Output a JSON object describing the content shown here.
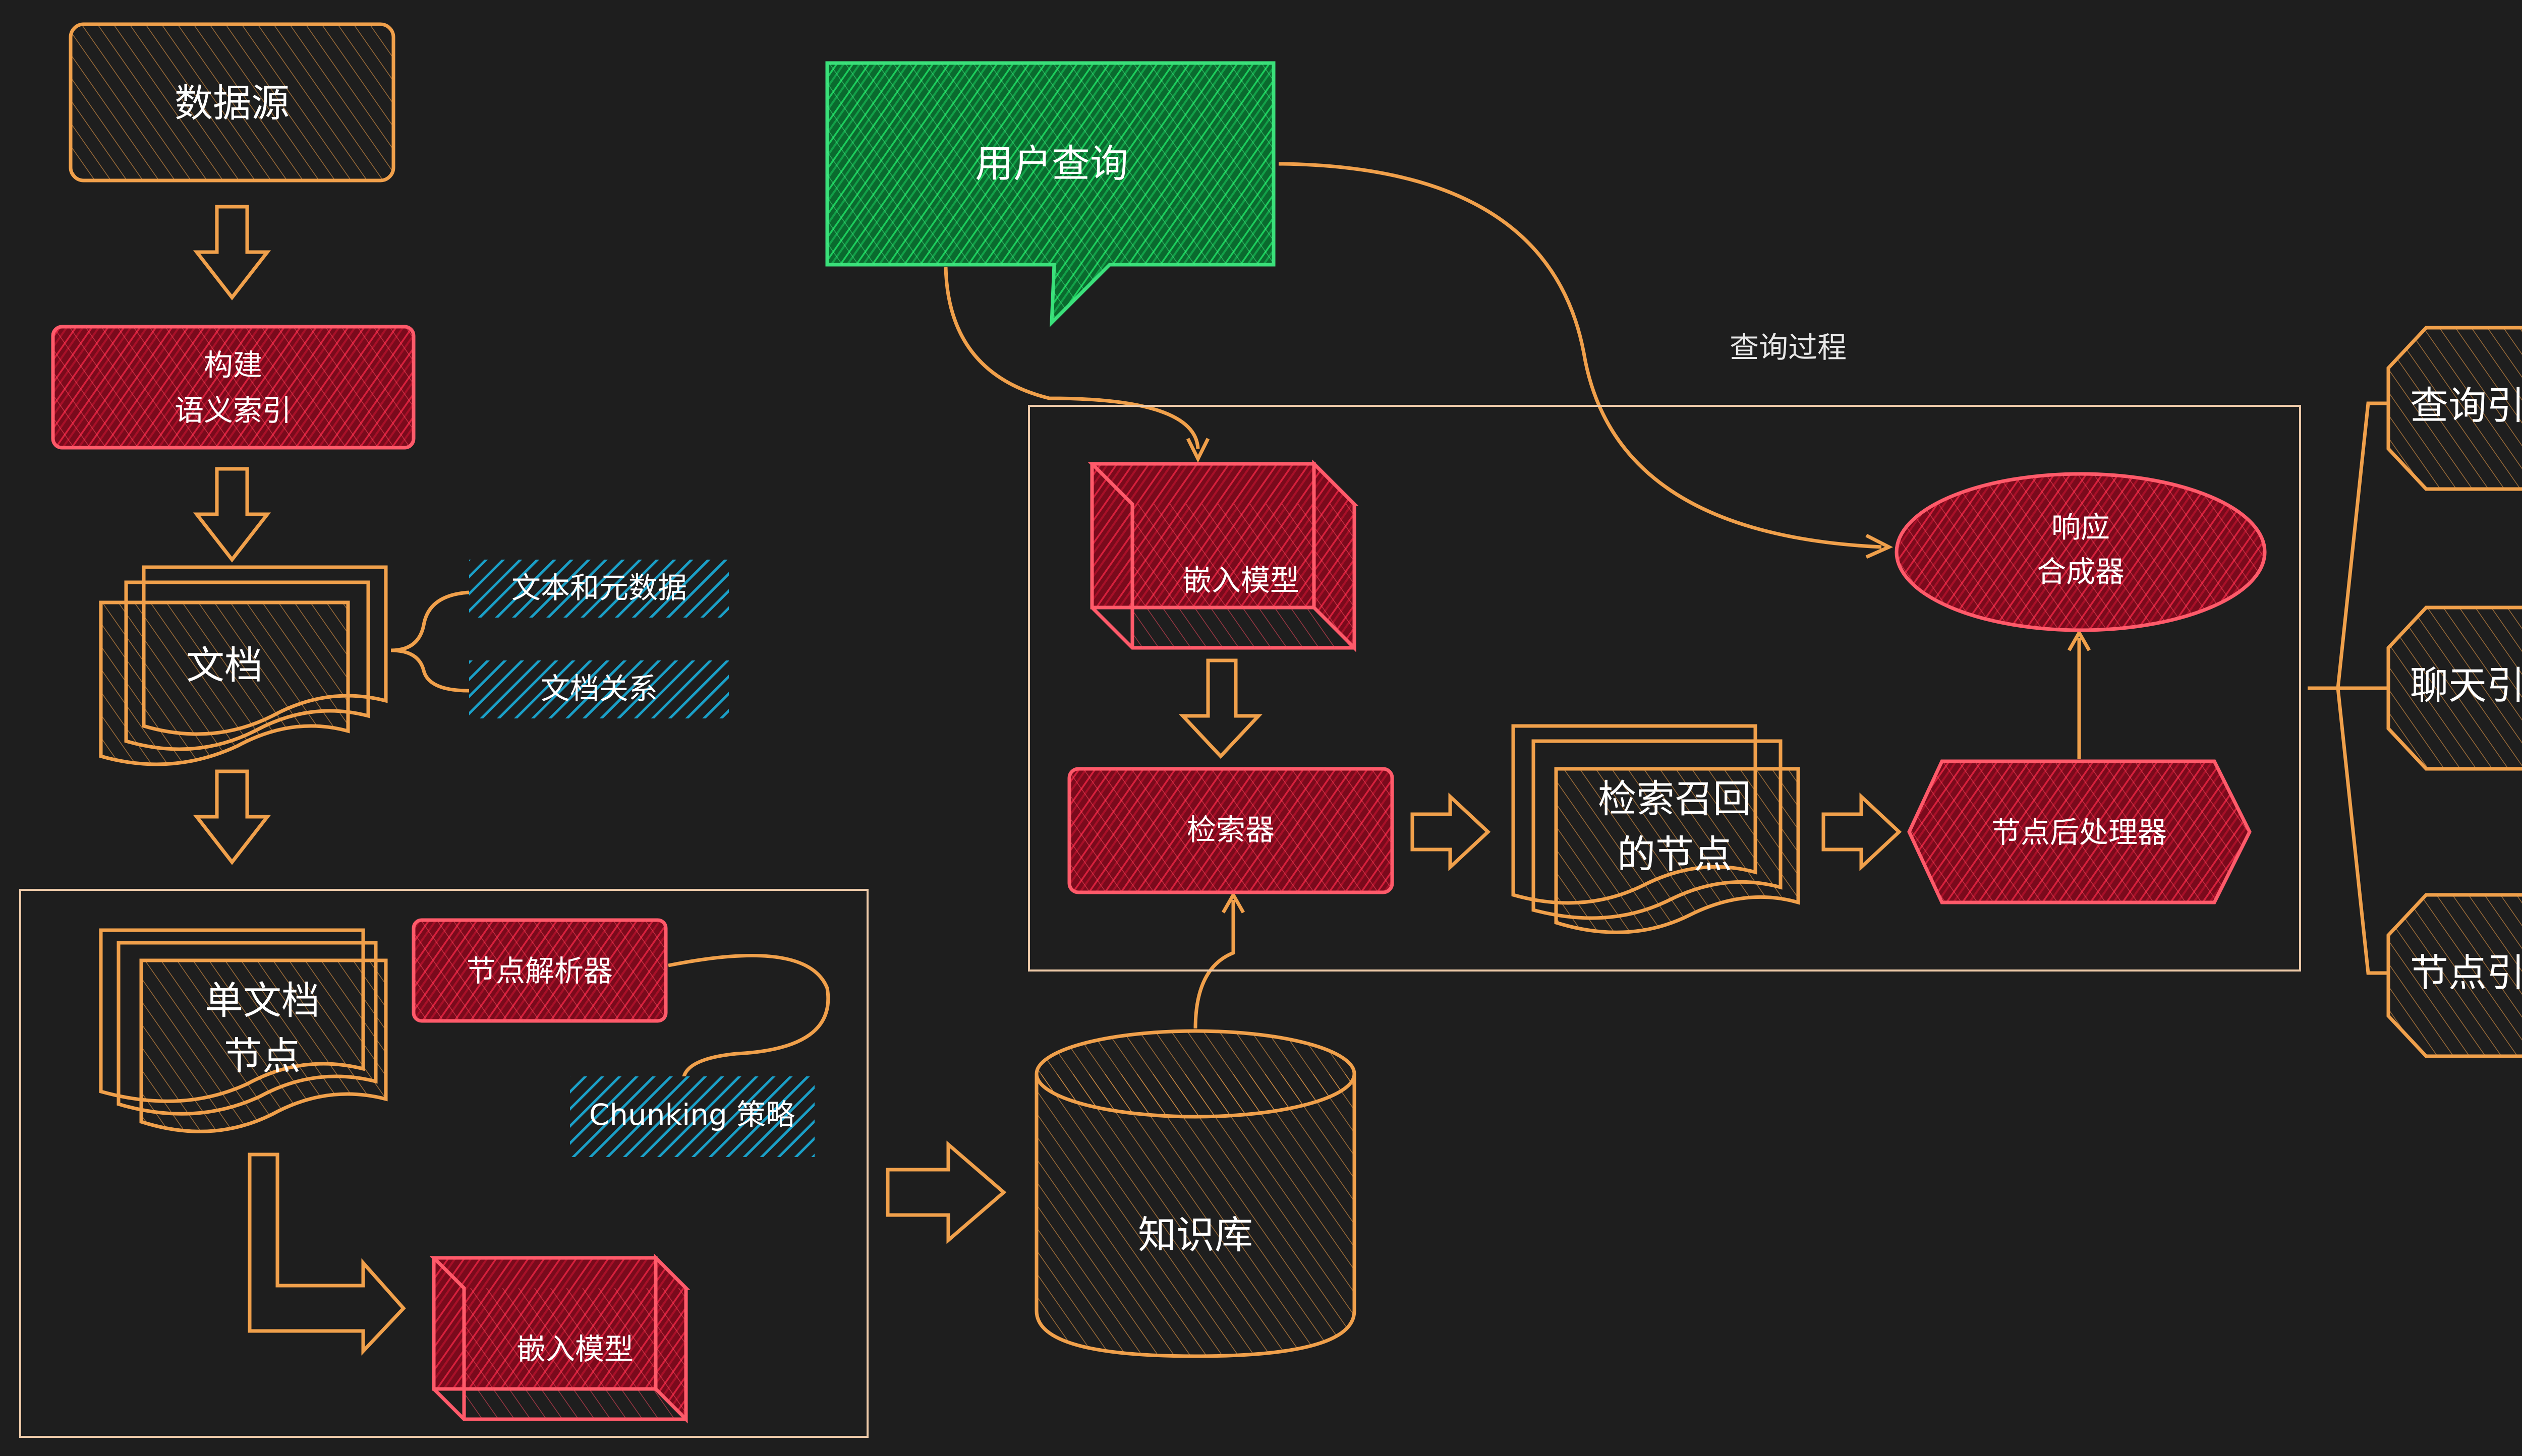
{
  "nodes": {
    "data_source": "数据源",
    "build_index": [
      "构建",
      "语义索引"
    ],
    "documents": "文档",
    "text_metadata": "文本和元数据",
    "doc_relations": "文档关系",
    "single_doc_node": [
      "单文档",
      "节点"
    ],
    "node_parser": "节点解析器",
    "chunking": "Chunking 策略",
    "embed_model_left": "嵌入模型",
    "knowledge_base": "知识库",
    "user_query": "用户查询",
    "query_process": "查询过程",
    "embed_model_right": "嵌入模型",
    "retriever": "检索器",
    "retrieved_nodes": [
      "检索召回",
      "的节点"
    ],
    "node_postprocessor": "节点后处理器",
    "response_synth": [
      "响应",
      "合成器"
    ],
    "query_engine": "查询引擎",
    "chat_engine": "聊天引擎",
    "node_engine": "节点引擎"
  },
  "colors": {
    "background": "#1e1e1e",
    "orange_fill": "#c4701c",
    "orange_stroke": "#f0a04b",
    "red_fill": "#b3132c",
    "red_stroke": "#ff5a6a",
    "green_fill": "#10a84a",
    "green_stroke": "#3ae07a",
    "blue_tag": "#1aa0c8",
    "frame": "#ecc9a8"
  }
}
